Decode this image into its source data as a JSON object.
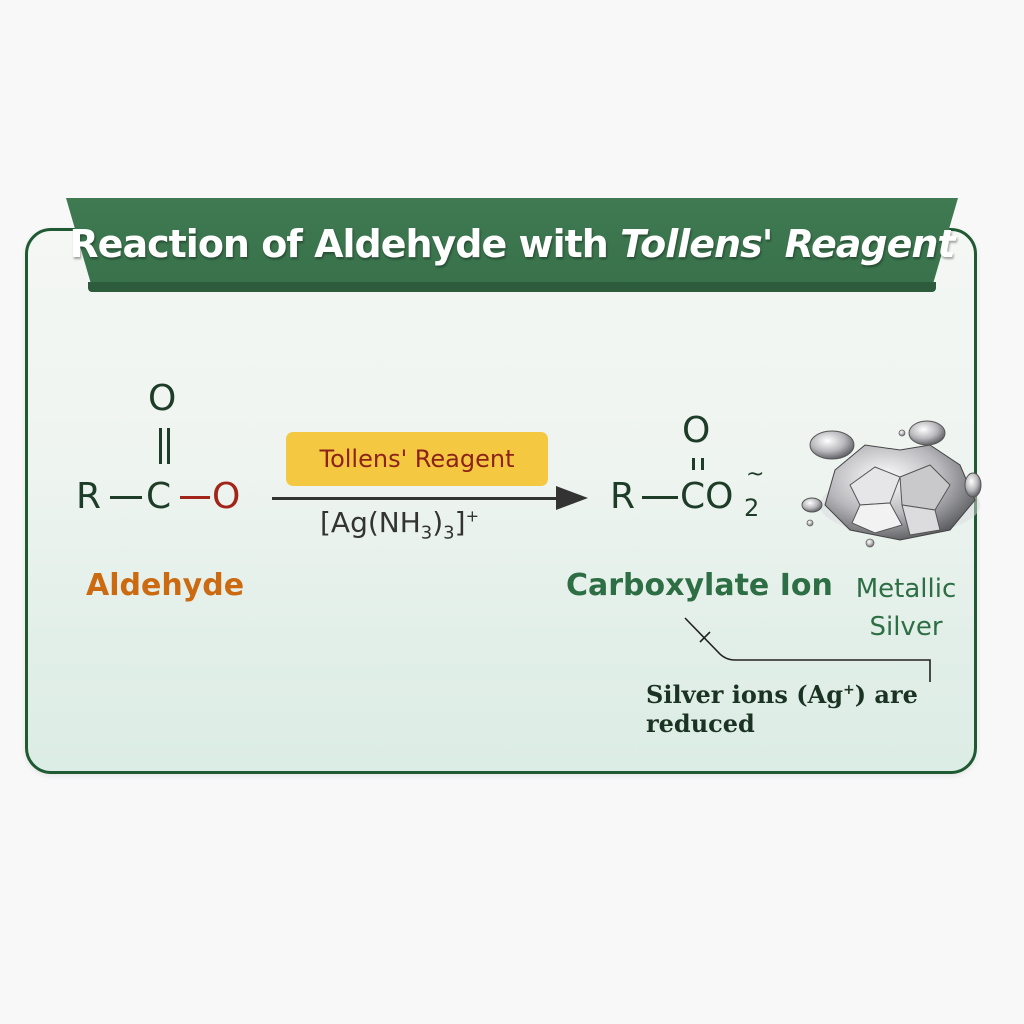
{
  "title": {
    "main": "Reaction of Aldehyde with ",
    "italic": "Tollens' Reagent"
  },
  "reactant": {
    "atoms": {
      "r": "R",
      "c": "C",
      "o_top": "O",
      "o_right": "O"
    },
    "label": "Aldehyde",
    "label_color": "#cc6a12"
  },
  "reagent": {
    "box_label": "Tollens' Reagent",
    "formula_prefix": "[Ag(NH",
    "sub1": "3",
    "mid": ")",
    "sub2": "3",
    "suffix": "]",
    "charge": "+"
  },
  "product": {
    "atoms": {
      "r": "R",
      "co": "CO",
      "sub": "2",
      "o_top": "O",
      "charge": "~"
    },
    "label": "Carboxylate Ion",
    "label_color": "#2e6e45"
  },
  "silver": {
    "label_line1": "Metallic",
    "label_line2": "Silver",
    "icon": "silver-crystals-icon"
  },
  "note": {
    "prefix": "Silver ions (Ag",
    "charge": "+",
    "suffix": ") are reduced"
  },
  "colors": {
    "banner": "#3a744c",
    "border": "#1f5a33",
    "reagent_box": "#f5c842",
    "reagent_text": "#8c2318",
    "oxygen_red": "#a32419"
  }
}
